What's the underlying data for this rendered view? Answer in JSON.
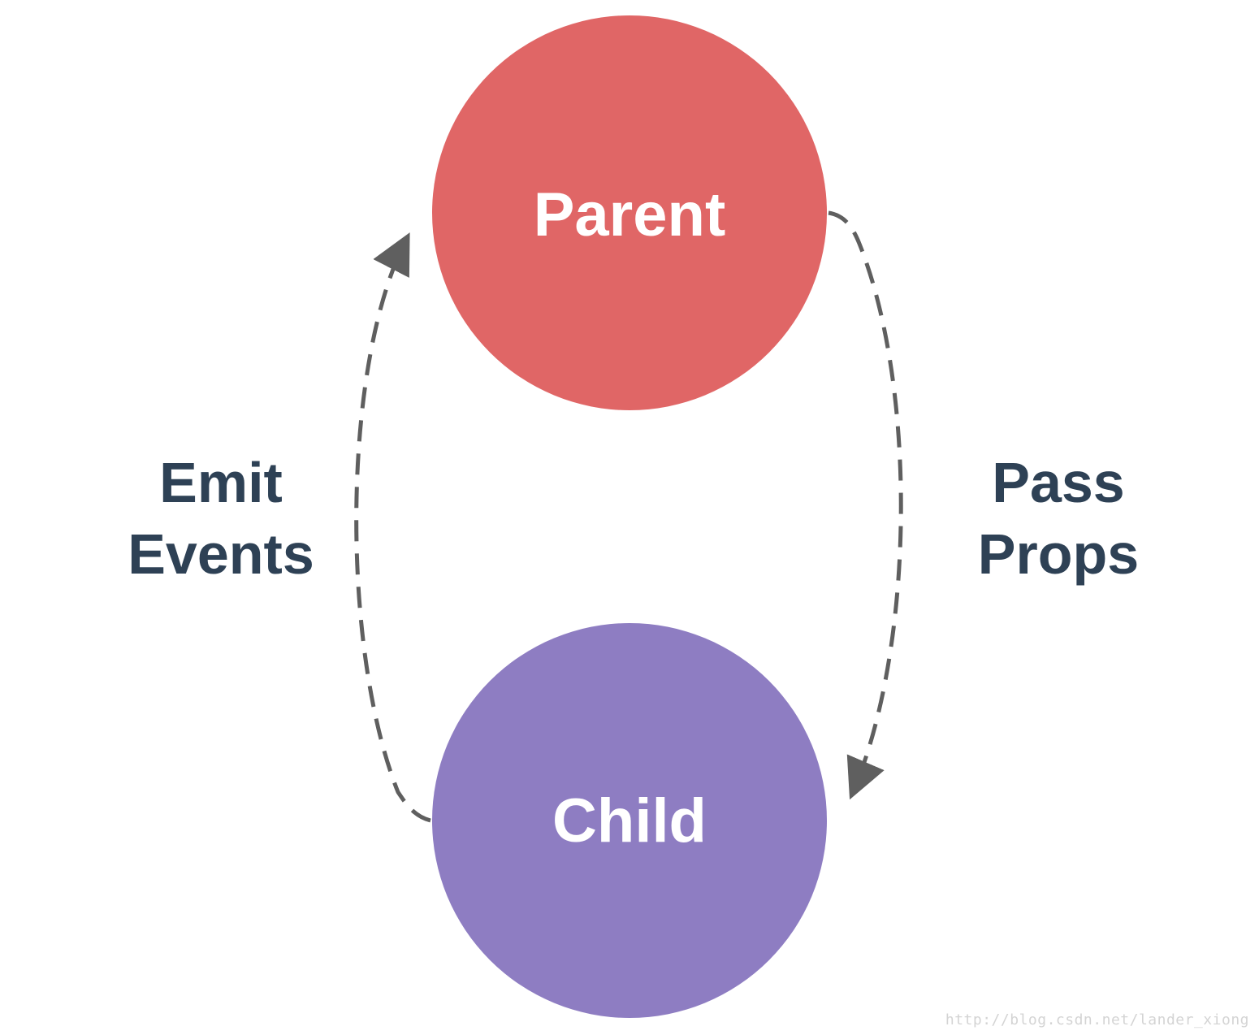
{
  "nodes": {
    "parent": {
      "label": "Parent",
      "fill": "#e06666",
      "text_color": "#ffffff"
    },
    "child": {
      "label": "Child",
      "fill": "#8e7dc2",
      "text_color": "#ffffff"
    }
  },
  "edges": {
    "emit": {
      "line1": "Emit",
      "line2": "Events",
      "color": "#2e4155"
    },
    "pass": {
      "line1": "Pass",
      "line2": "Props",
      "color": "#2e4155"
    }
  },
  "arrow_color": "#5f5f5f",
  "watermark": "http://blog.csdn.net/lander_xiong"
}
